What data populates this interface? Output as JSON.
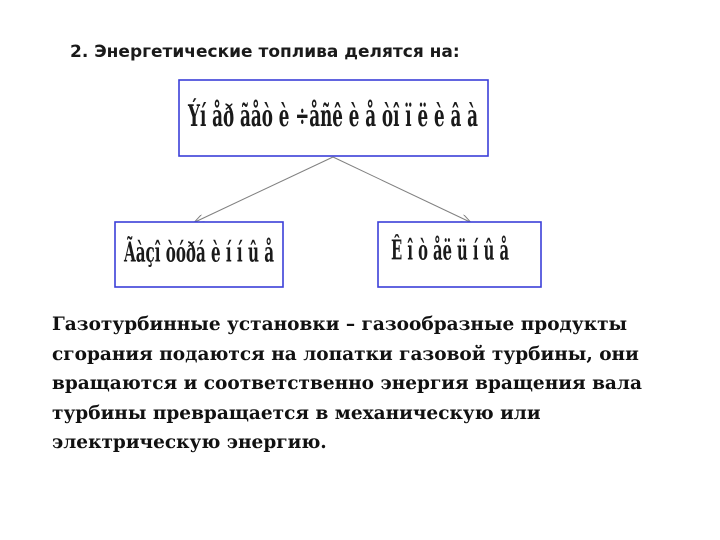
{
  "title": "2. Энергетические топлива делятся на:",
  "diagram": {
    "top_box": {
      "label": "Ýí åð ãåò è ÷åñê è å òî ï ë è â à"
    },
    "left_box": {
      "label": "Ãàçî òóðá è í í û å"
    },
    "right_box": {
      "label": "Ê î ò åë ü í û å"
    }
  },
  "body": {
    "lines": [
      "Газотурбинные установки – газообразные продукты",
      "сгорания подаются на лопатки газовой турбины, они",
      "вращаются и соответственно энергия вращения вала",
      "турбины превращается в механическую или",
      "электрическую энергию."
    ]
  },
  "colors": {
    "box_border": "#3b3fd8",
    "arrow": "#808080",
    "text": "#1a1a1a"
  }
}
